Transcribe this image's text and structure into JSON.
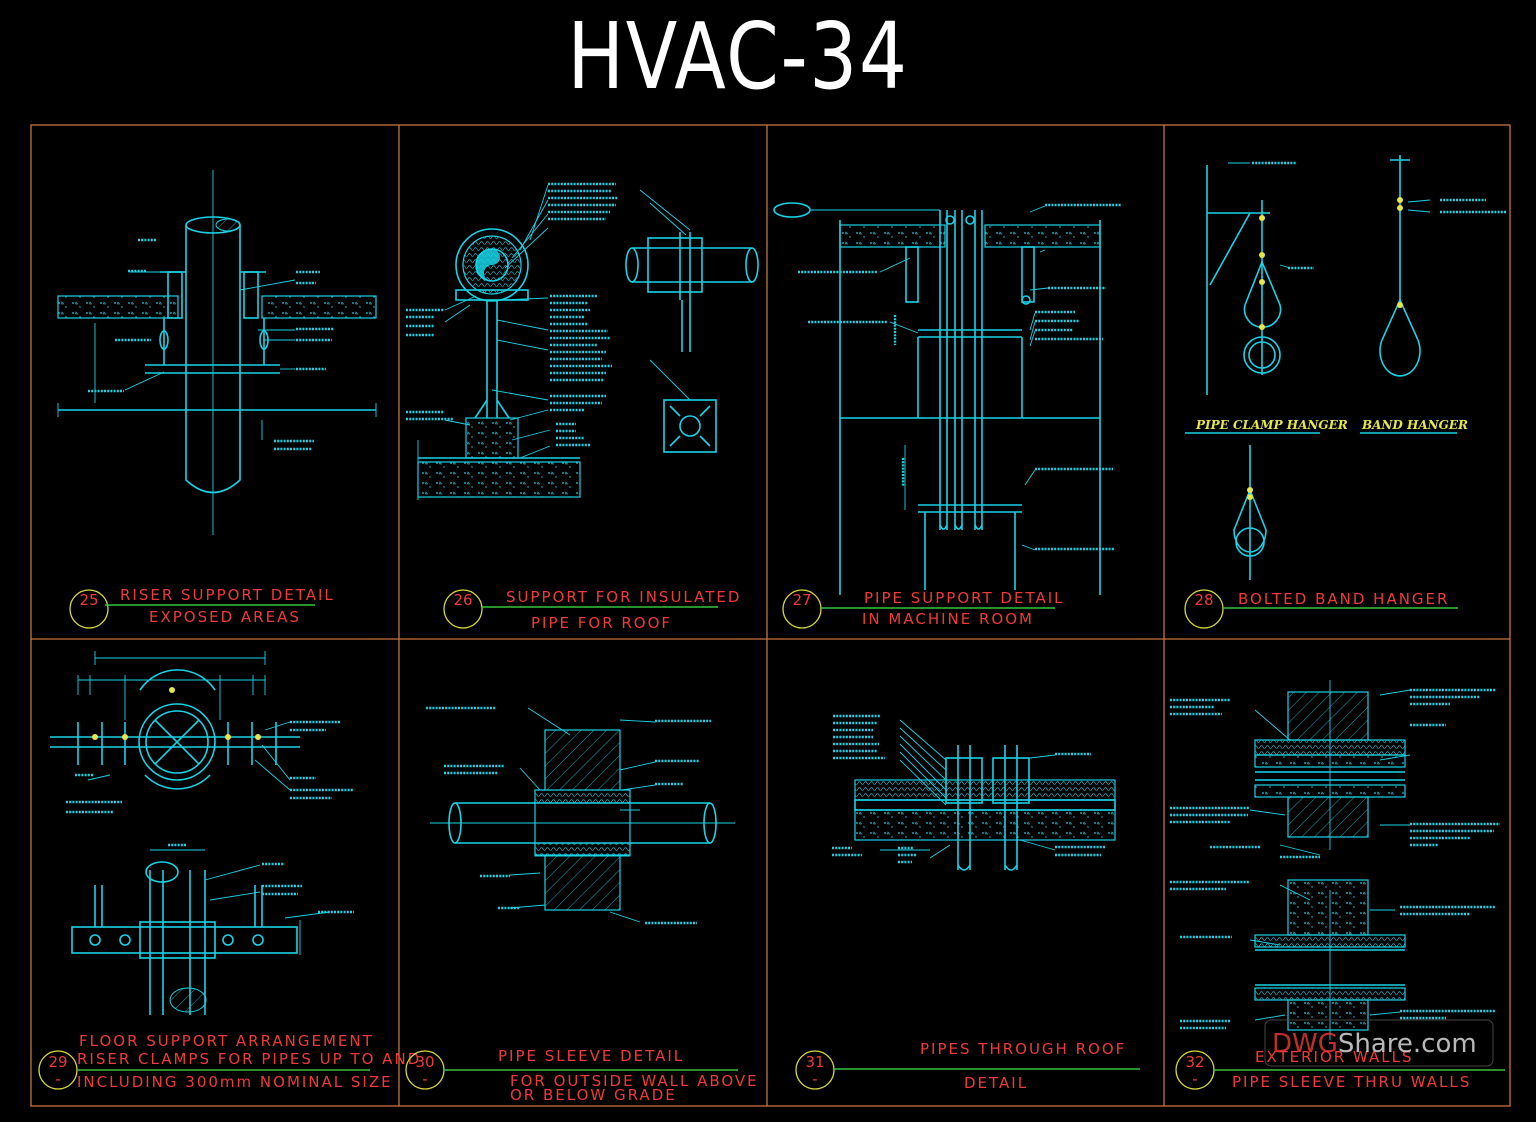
{
  "sheet": {
    "title": "HVAC-34",
    "frame_color": "#c8743c",
    "line_color": "#19d3e6",
    "title_text_color": "#ee3a3a",
    "underline_color": "#33c43a",
    "bubble_color": "#d8d83a"
  },
  "details": [
    {
      "number": "25",
      "title_lines": [
        "RISER  SUPPORT  DETAIL",
        "EXPOSED  AREAS"
      ]
    },
    {
      "number": "26",
      "title_lines": [
        "SUPPORT  FOR  INSULATED",
        "PIPE  FOR  ROOF"
      ]
    },
    {
      "number": "27",
      "title_lines": [
        "PIPE  SUPPORT  DETAIL",
        "IN  MACHINE  ROOM"
      ]
    },
    {
      "number": "28",
      "title_lines": [
        "BOLTED  BAND  HANGER"
      ]
    },
    {
      "number": "29",
      "sub": "-",
      "title_lines": [
        "FLOOR  SUPPORT  ARRANGEMENT",
        "RISER  CLAMPS  FOR  PIPES  UP  TO  AND",
        "INCLUDING  300mm  NOMINAL  SIZE"
      ]
    },
    {
      "number": "30",
      "sub": "-",
      "title_lines": [
        "PIPE  SLEEVE  DETAIL",
        "FOR  OUTSIDE  WALL  ABOVE",
        "OR  BELOW  GRADE"
      ]
    },
    {
      "number": "31",
      "sub": "-",
      "title_lines": [
        "PIPES  THROUGH  ROOF",
        "DETAIL"
      ]
    },
    {
      "number": "32",
      "sub": "-",
      "title_lines": [
        "EXTERIOR  WALLS",
        "PIPE  SLEEVE  THRU  WALLS"
      ]
    }
  ],
  "hanger_labels": {
    "pipe_clamp": "PIPE CLAMP HANGER",
    "band": "BAND HANGER"
  },
  "watermark": {
    "part1": "DWG",
    "part2": "Share.com"
  }
}
